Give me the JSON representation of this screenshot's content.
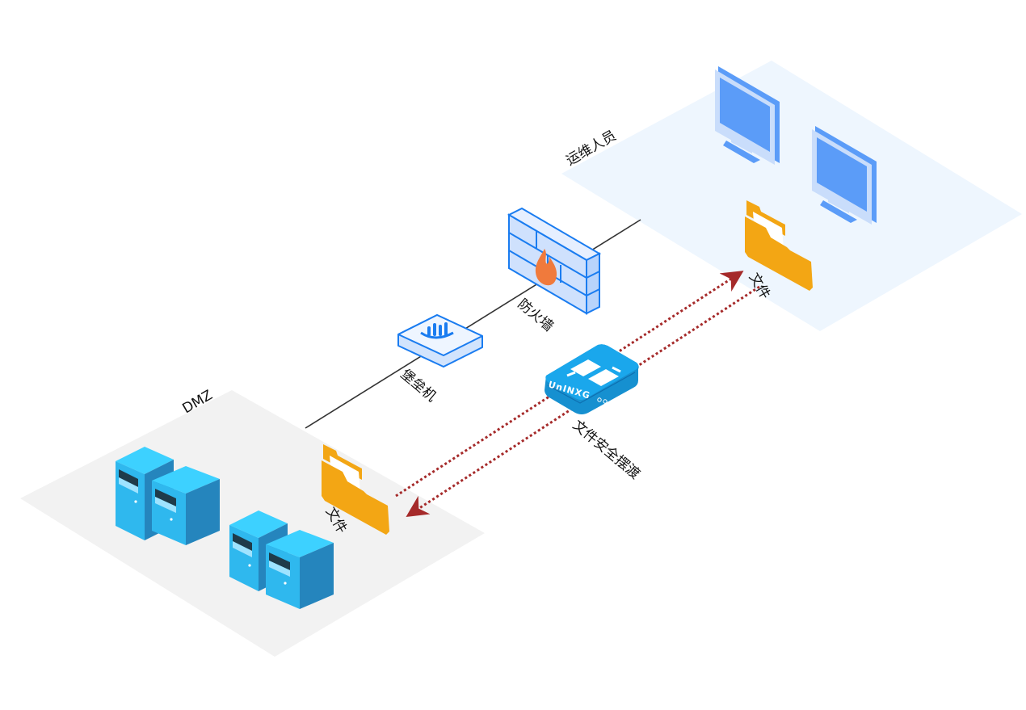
{
  "zones": {
    "ops": {
      "label": "运维人员",
      "color": "#eef6fe"
    },
    "dmz": {
      "label": "DMZ",
      "color": "#f2f2f2"
    }
  },
  "nodes": {
    "firewall": {
      "label": "防火墙"
    },
    "bastion": {
      "label": "堡垒机"
    },
    "ferry": {
      "label": "文件安全摆渡",
      "brand": "UnINXG",
      "color": "#1aa7ec"
    },
    "ops_folder": {
      "label": "文件"
    },
    "dmz_folder": {
      "label": "文件"
    }
  },
  "edges": [
    {
      "from": "dmz",
      "to": "bastion",
      "style": "solid"
    },
    {
      "from": "bastion",
      "to": "firewall",
      "style": "solid"
    },
    {
      "from": "firewall",
      "to": "ops",
      "style": "solid"
    },
    {
      "from": "dmz_folder",
      "to": "ops_folder",
      "style": "dotted",
      "direction": "forward"
    },
    {
      "from": "ops_folder",
      "to": "dmz_folder",
      "style": "dotted",
      "direction": "forward"
    }
  ],
  "colors": {
    "arrow": "#a52a2a",
    "folder": "#f3a614",
    "server": "#2b9fdc",
    "monitor": "#5b9cf8",
    "line": "#333333",
    "accent": "#1a7cf0"
  }
}
